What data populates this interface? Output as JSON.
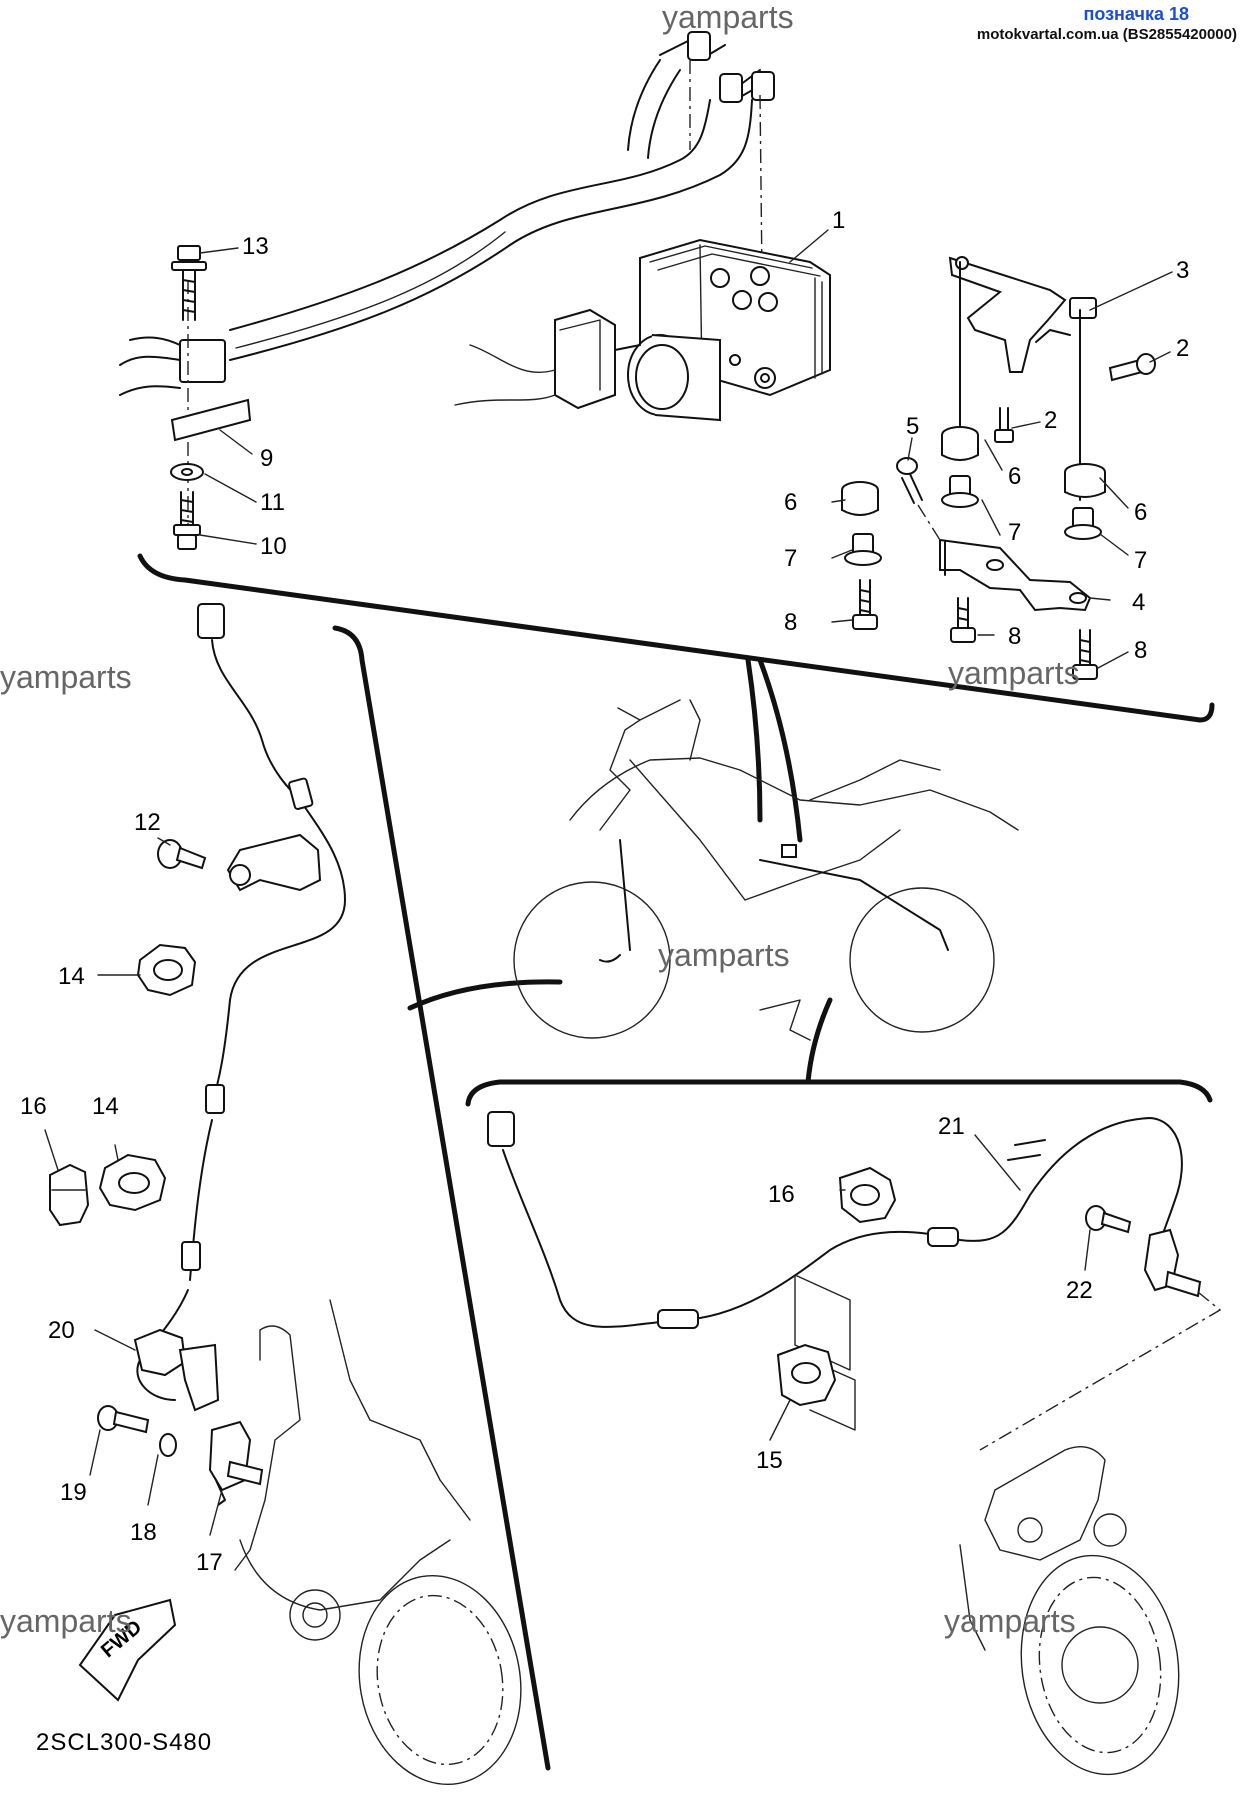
{
  "header": {
    "badge": "позначка 18",
    "source": "motokvartal.com.ua (BS2855420000)"
  },
  "watermark": "yamparts",
  "diagram_code": "2SCL300-S480",
  "fwd_label": "FWD",
  "callouts": [
    "1",
    "2",
    "2",
    "3",
    "4",
    "5",
    "6",
    "6",
    "6",
    "7",
    "7",
    "7",
    "8",
    "8",
    "8",
    "9",
    "10",
    "11",
    "12",
    "13",
    "14",
    "14",
    "15",
    "16",
    "16",
    "17",
    "18",
    "19",
    "20",
    "21",
    "22"
  ]
}
